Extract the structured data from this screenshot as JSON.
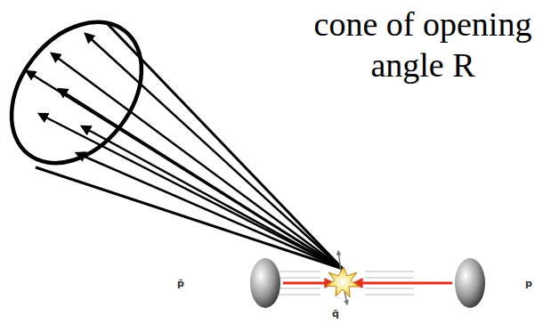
{
  "diagram": {
    "labels": [
      "cone of opening angle R",
      "p̄",
      "p",
      "q̄"
    ]
  }
}
